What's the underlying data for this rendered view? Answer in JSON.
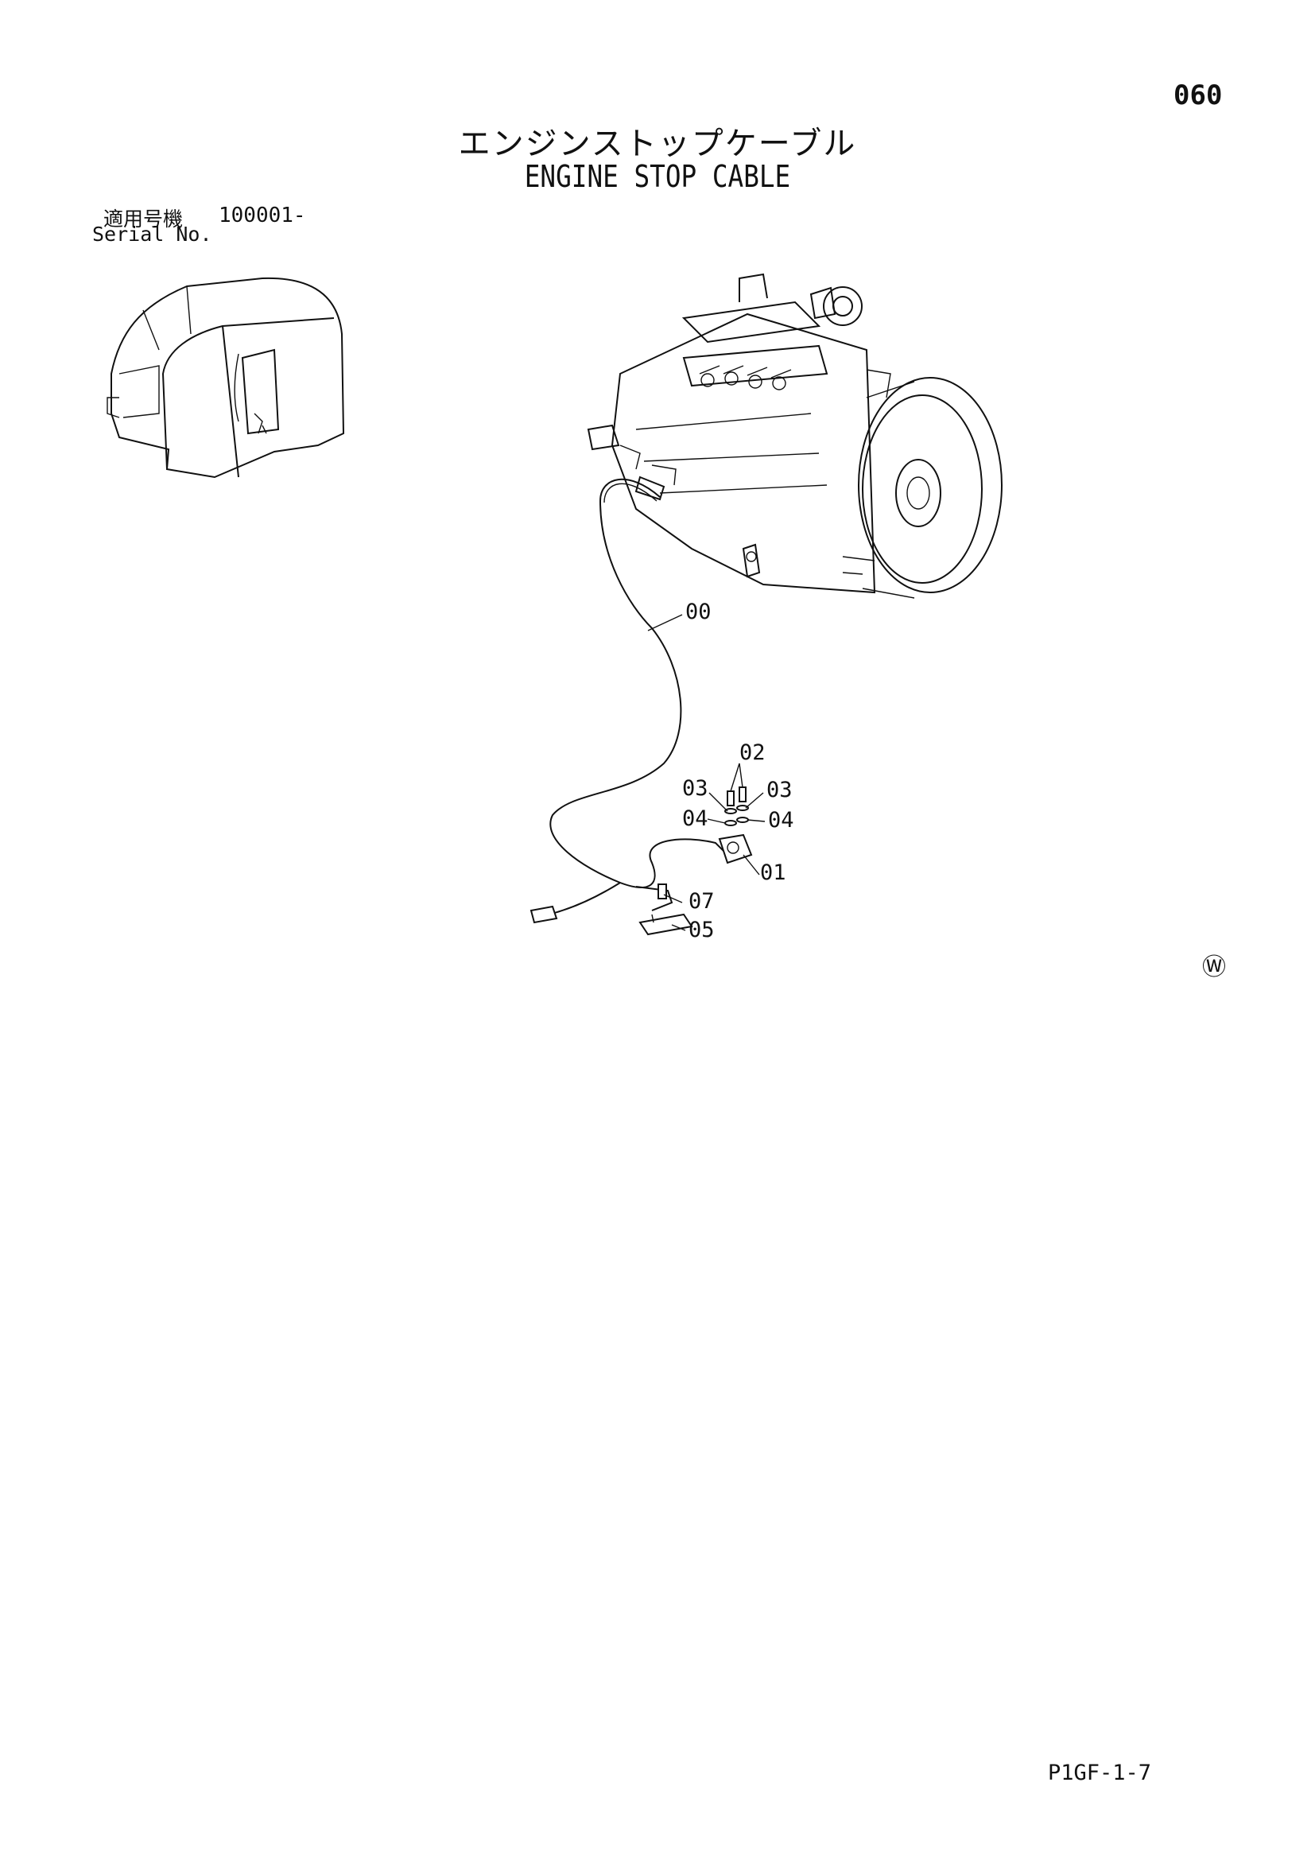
{
  "page": {
    "number": "060",
    "title_ja": "エンジンストップケーブル",
    "title_en": "ENGINE STOP CABLE",
    "code": "P1GF-1-7"
  },
  "serial": {
    "label_ja": "適用号機",
    "value": "100001-",
    "label_en": "Serial No."
  },
  "callouts": [
    {
      "id": "00",
      "text": "00"
    },
    {
      "id": "01",
      "text": "01"
    },
    {
      "id": "02",
      "text": "02"
    },
    {
      "id": "03a",
      "text": "03"
    },
    {
      "id": "03b",
      "text": "03"
    },
    {
      "id": "04a",
      "text": "04"
    },
    {
      "id": "04b",
      "text": "04"
    },
    {
      "id": "05",
      "text": "05"
    },
    {
      "id": "07",
      "text": "07"
    }
  ],
  "symbols": {
    "w_mark": "Ⓦ"
  }
}
